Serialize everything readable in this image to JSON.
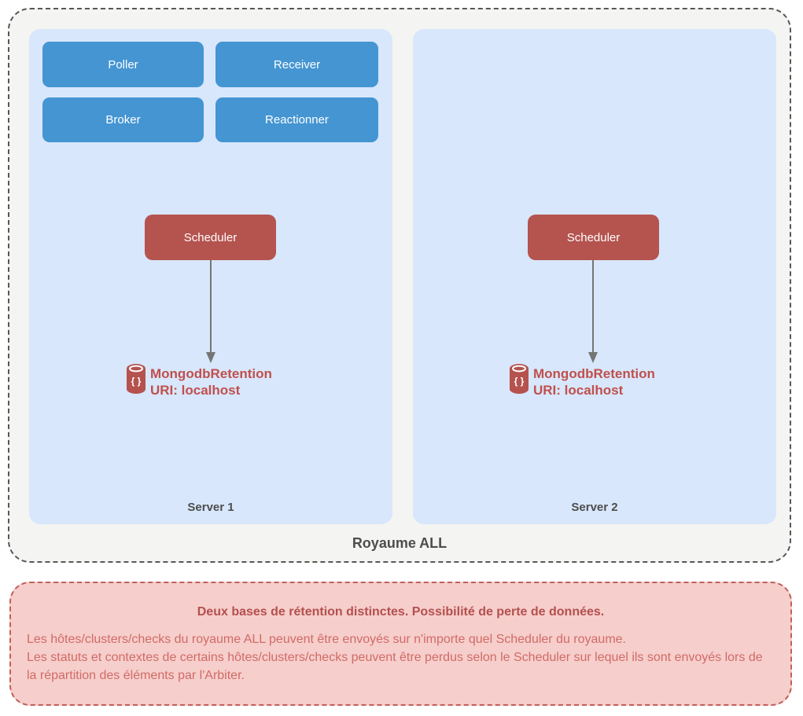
{
  "diagram": {
    "royaume_label": "Royaume ALL",
    "servers": [
      {
        "label": "Server 1",
        "components": [
          "Poller",
          "Receiver",
          "Broker",
          "Reactionner"
        ],
        "scheduler": "Scheduler",
        "database": {
          "name": "MongodbRetention",
          "uri": "URI: localhost"
        }
      },
      {
        "label": "Server 2",
        "components": [],
        "scheduler": "Scheduler",
        "database": {
          "name": "MongodbRetention",
          "uri": "URI: localhost"
        }
      }
    ]
  },
  "warning": {
    "title": "Deux bases de rétention distinctes. Possibilité de perte de données.",
    "paragraphs": [
      "Les hôtes/clusters/checks du royaume ALL peuvent être envoyés sur n'importe quel Scheduler du royaume.",
      "Les statuts et contextes de certains hôtes/clusters/checks peuvent être perdus selon le Scheduler sur lequel ils sont envoyés lors de la répartition des éléments par l'Arbiter."
    ]
  },
  "icons": {
    "database_glyph": "{ }"
  },
  "colors": {
    "outer_bg": "#f4f4f2",
    "outer_border": "#575757",
    "panel_blue": "#d8e7fb",
    "component_blue": "#4495d2",
    "scheduler_red": "#b5534f",
    "db_text_red": "#c0504d",
    "label_gray": "#4d4d4d",
    "arrow_gray": "#757575",
    "warning_bg": "#f6cecb",
    "warning_border": "#c05f5c",
    "warning_title": "#b3504e",
    "warning_text": "#d06b67"
  }
}
